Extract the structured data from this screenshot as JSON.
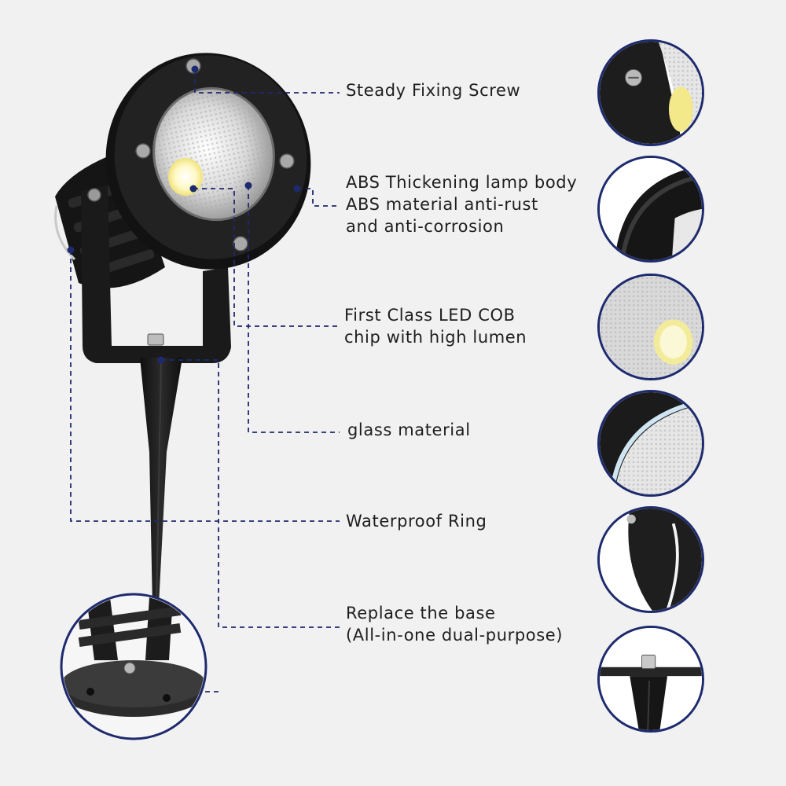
{
  "callouts": [
    {
      "lines": [
        "Steady Fixing Screw"
      ]
    },
    {
      "lines": [
        "ABS Thickening lamp body",
        "ABS material anti-rust",
        "and anti-corrosion"
      ]
    },
    {
      "lines": [
        "First Class LED COB",
        "chip with high lumen"
      ]
    },
    {
      "lines": [
        "glass material"
      ]
    },
    {
      "lines": [
        "Waterproof Ring"
      ]
    },
    {
      "lines": [
        "Replace the base",
        "(All-in-one dual-purpose)"
      ]
    }
  ],
  "colors": {
    "background": "#f1f1f1",
    "leader_line": "#1d2a6e",
    "lamp_body": "#1c1c1c",
    "thumb_border": "#1d2a6e"
  },
  "icons": [
    "fixing-screw-icon",
    "led-chip-icon",
    "mounting-screw-icon"
  ]
}
